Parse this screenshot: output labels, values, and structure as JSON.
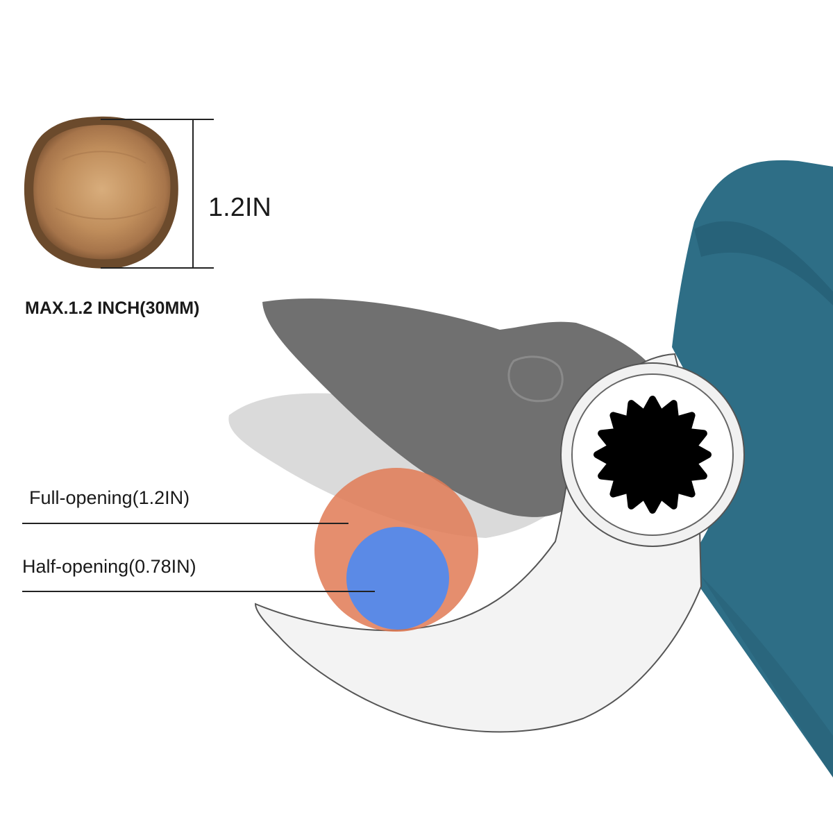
{
  "diagram": {
    "dimension_label": "1.2IN",
    "max_cut_label": "MAX.1.2 INCH(30MM)",
    "full_opening_label": "Full-opening(1.2IN)",
    "half_opening_label": "Half-opening(0.78IN)"
  },
  "colors": {
    "handle": "#2e6e86",
    "upper_blade_open": "#6f6f6f",
    "upper_blade_half": "#d9d9d9",
    "lower_blade": "#f2f2f2",
    "full_opening_circle": "#e07a55",
    "half_opening_circle": "#5b8ae6",
    "wood_bark": "#6b4a2c",
    "wood_core": "#c79a68",
    "gear": "#000000"
  },
  "icons": [
    "wood-cross-section-icon",
    "gear-icon"
  ]
}
